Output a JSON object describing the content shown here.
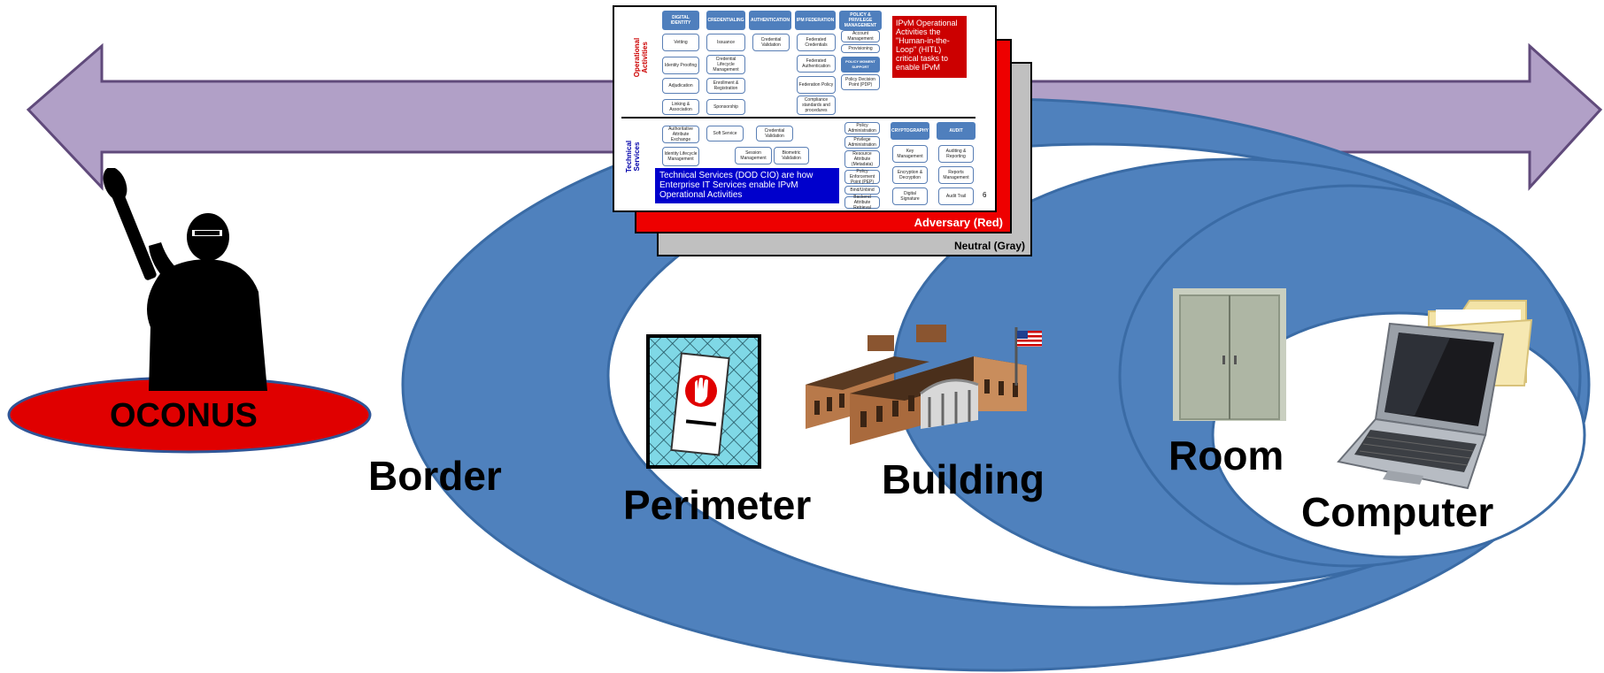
{
  "labels": {
    "oconus": "OCONUS",
    "border": "Border",
    "perimeter": "Perimeter",
    "building": "Building",
    "room": "Room",
    "computer": "Computer"
  },
  "slides": {
    "neutral_caption": "Neutral (Gray)",
    "adversary_caption": "Adversary (Red)",
    "page_number": "6",
    "operational_label": "Operational Activities",
    "technical_label": "Technical Services",
    "red_callout": "IPvM Operational Activities the \"Human-in-the-Loop\" (HITL) critical tasks to enable IPvM",
    "blue_callout": "Technical Services (DOD CIO) are how Enterprise IT Services enable IPvM Operational Activities",
    "headers": [
      "DIGITAL IDENTITY",
      "CREDENTIALING",
      "AUTHENTICATION",
      "IPM FEDERATION",
      "POLICY & PRIVILEGE MANAGEMENT"
    ],
    "op_boxes": {
      "vetting": "Vetting",
      "identity_proofing": "Identity Proofing",
      "adjudication": "Adjudication",
      "linking": "Linking & Association",
      "issuance": "Issuance",
      "cred_lifecycle": "Credential Lifecycle Management",
      "enrollment": "Enrollment & Registration",
      "sponsorship": "Sponsorship",
      "cred_validation": "Credential Validation",
      "fed_credentials": "Federated Credentials",
      "fed_auth": "Federated Authentication",
      "fed_policy": "Federation Policy",
      "compliance": "Compliance standards and procedures",
      "account_mgmt": "Account Management",
      "provisioning": "Provisioning",
      "policy_mgmt_support": "POLICY MGMENT SUPPORT",
      "policy_decision": "Policy Decision Point (PDP)"
    },
    "tech_boxes": {
      "auth_attr_exchange": "Authoritative Attribute Exchange",
      "identity_lifecycle": "Identity Lifecycle Management",
      "soft_service": "Soft Service",
      "cred_validation2": "Credential Validation",
      "session_mgmt": "Session Management",
      "biometric_validation": "Biometric Validation",
      "policy_admin": "Policy Administration",
      "privilege_admin": "Privilege Administration",
      "metadata": "Resource Attribute (Metadata)",
      "policy_enforcement": "Policy Enforcement Point (PEP)",
      "bindings": "Bind/Unbind",
      "backend": "Backend Attribute Retrieval",
      "cryptography": "CRYPTOGRAPHY",
      "audit": "AUDIT",
      "key_mgmt": "Key Management",
      "auditing_reporting": "Auditing & Reporting",
      "encryption": "Encryption & Decryption",
      "reports_mgmt": "Reports Management",
      "digital_signature": "Digital Signature",
      "audit_trail": "Audit Trail"
    }
  },
  "colors": {
    "arrow": "#b1a0c7",
    "arrow_stroke": "#604a7b",
    "ellipse_blue": "#4f81bd",
    "ellipse_stroke": "#3a6ba5",
    "oconus_red": "#e00000",
    "slide_red": "#ee0000",
    "slide_gray": "#c0c0c0",
    "callout_blue": "#0000cc"
  },
  "icons": [
    "soldier-silhouette-icon",
    "stop-hand-sign-icon",
    "building-icon",
    "us-flag-icon",
    "double-door-icon",
    "folder-icon",
    "laptop-icon"
  ]
}
